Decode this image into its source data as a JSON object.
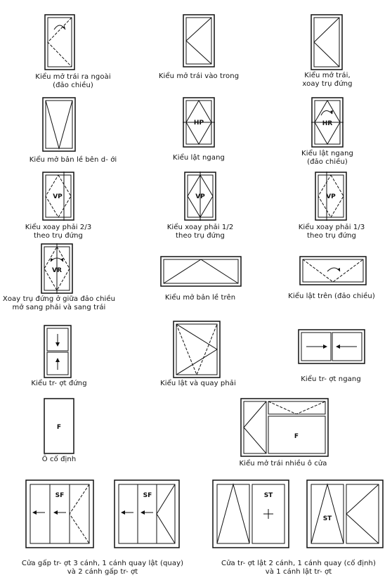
{
  "windows": [
    {
      "id": "w1",
      "caption": [
        "Kiểu mở trái ra ngoài",
        "(đảo chiều)"
      ]
    },
    {
      "id": "w2",
      "caption": [
        "Kiểu mở trái vào trong"
      ]
    },
    {
      "id": "w3",
      "caption": [
        "Kiểu mở trái,",
        "xoay trụ đứng"
      ]
    },
    {
      "id": "w4",
      "caption": [
        "Kiểu mở bản lề bên d- ới"
      ]
    },
    {
      "id": "w5",
      "caption": [
        "Kiểu lật ngang"
      ],
      "label": "HP"
    },
    {
      "id": "w6",
      "caption": [
        "Kiểu lật ngang",
        "(đảo chiều)"
      ],
      "label": "HR"
    },
    {
      "id": "w7",
      "caption": [
        "Kiểu xoay phải 2/3",
        "theo trụ đứng"
      ],
      "label": "VP"
    },
    {
      "id": "w8",
      "caption": [
        "Kiểu xoay phải 1/2",
        "theo trụ đứng"
      ],
      "label": "VP"
    },
    {
      "id": "w9",
      "caption": [
        "Kiểu xoay phải 1/3",
        "theo trụ đứng"
      ],
      "label": "VP"
    },
    {
      "id": "w10",
      "caption": [
        "Xoay trụ đứng ở giữa đảo chiều",
        "mở sang phải và sang trái"
      ],
      "label": "VR"
    },
    {
      "id": "w11",
      "caption": [
        "Kiểu mở bản lề trên"
      ]
    },
    {
      "id": "w12",
      "caption": [
        "Kiểu lật trên (đảo chiều)"
      ]
    },
    {
      "id": "w13",
      "caption": [
        "Kiểu tr- ợt đứng"
      ]
    },
    {
      "id": "w14",
      "caption": [
        "Kiểu lật và quay phải"
      ]
    },
    {
      "id": "w15",
      "caption": [
        "Kiểu tr- ợt ngang"
      ]
    },
    {
      "id": "w16",
      "caption": [
        "Ô cố định"
      ],
      "label": "F"
    },
    {
      "id": "w17",
      "caption": [
        "Kiểu mở trái nhiều ô cửa"
      ],
      "label": "F"
    },
    {
      "id": "w18",
      "label": "SF"
    },
    {
      "id": "w19",
      "label": "SF"
    },
    {
      "id": "w20",
      "label": "ST"
    },
    {
      "id": "w21",
      "label": "ST"
    }
  ],
  "group_captions": {
    "left": [
      "Cửa gấp tr- ợt 3 cánh, 1 cánh quay lật (quay)",
      "và 2 cánh gấp tr- ợt"
    ],
    "right": [
      "Cửa  tr- ợt lật 2 cánh, 1 cánh quay (cố định)",
      "và 1 cánh lật tr- ợt"
    ]
  }
}
